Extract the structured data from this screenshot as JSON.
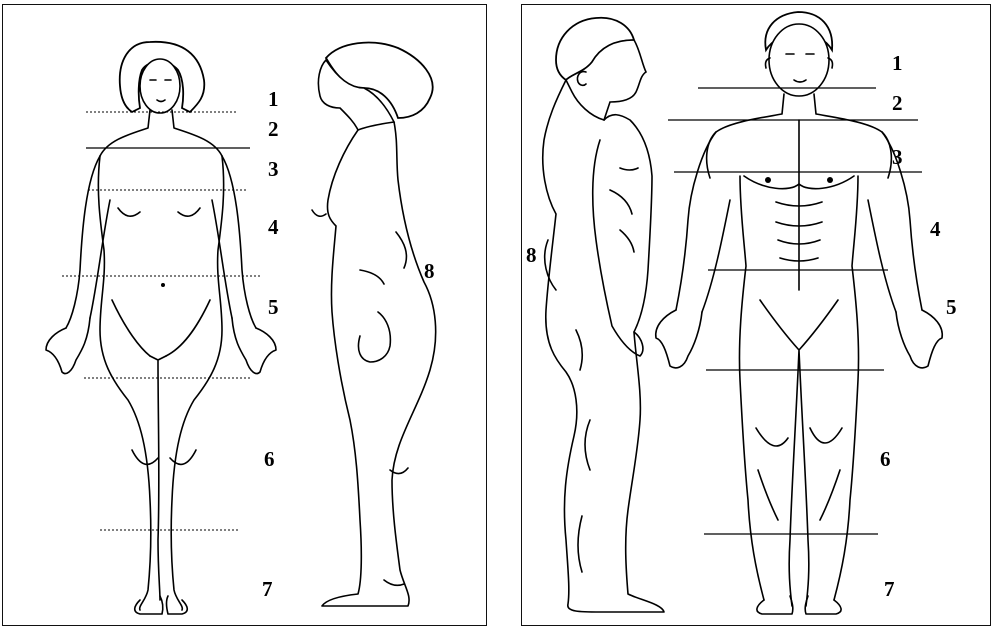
{
  "figure_left": {
    "front_labels": [
      "1",
      "2",
      "3",
      "4",
      "5",
      "6",
      "7"
    ],
    "side_label": "8"
  },
  "figure_right": {
    "front_labels": [
      "1",
      "2",
      "3",
      "4",
      "5",
      "6",
      "7"
    ],
    "side_label": "8"
  }
}
